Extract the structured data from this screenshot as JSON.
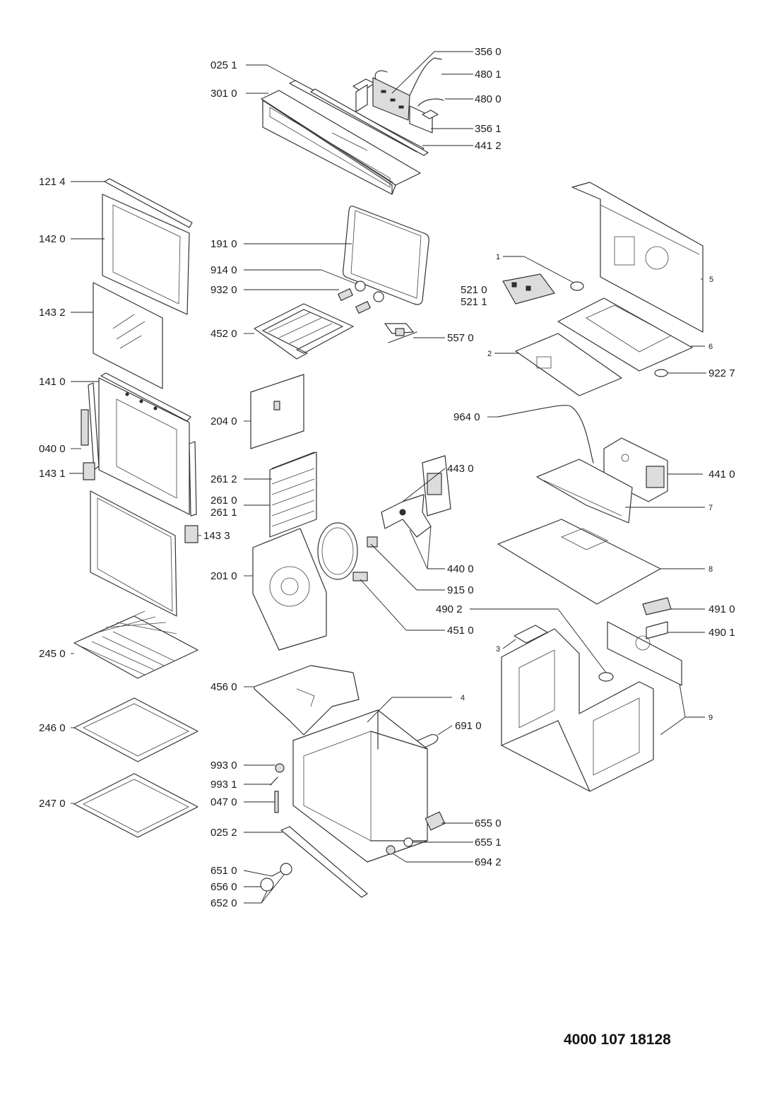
{
  "document_number": "4000 107 18128",
  "part_labels": [
    "025 1",
    "301 0",
    "356 0",
    "480 1",
    "480 0",
    "356 1",
    "441 2",
    "121 4",
    "142 0",
    "143 2",
    "141 0",
    "040 0",
    "143 1",
    "143 3",
    "191 0",
    "914 0",
    "932 0",
    "452 0",
    "557 0",
    "204 0",
    "261 2",
    "261 0",
    "261 1",
    "443 0",
    "440 0",
    "915 0",
    "201 0",
    "451 0",
    "245 0",
    "246 0",
    "247 0",
    "456 0",
    "4",
    "691 0",
    "993 0",
    "993 1",
    "047 0",
    "025 2",
    "655 0",
    "655 1",
    "694 2",
    "651 0",
    "656 0",
    "652 0",
    "1",
    "521 0",
    "521 1",
    "5",
    "6",
    "2",
    "922 7",
    "964 0",
    "441 0",
    "7",
    "8",
    "490 2",
    "491 0",
    "490 1",
    "3",
    "9"
  ]
}
